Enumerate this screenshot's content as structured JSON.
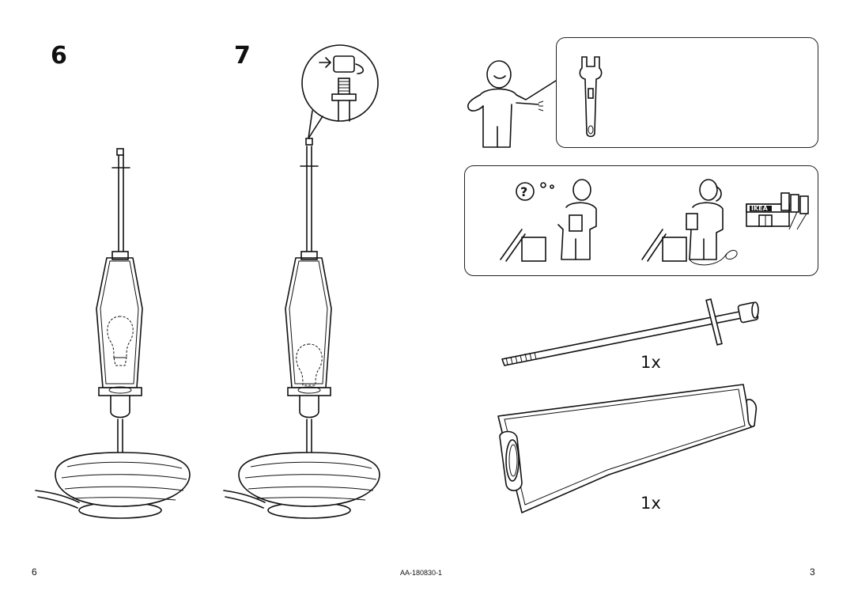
{
  "steps": {
    "step6": "6",
    "step7": "7"
  },
  "icons": {
    "tool_panel": [
      "person-icon",
      "adjustable-wrench-icon"
    ],
    "help_panel": [
      "question-mark-icon",
      "open-box-icon",
      "confused-person-icon",
      "phone-person-icon",
      "ikea-store-icon"
    ],
    "store_sign": "IKEA"
  },
  "parts": {
    "rod_qty": "1x",
    "frame_qty": "1x"
  },
  "footer": {
    "page_left": "6",
    "doc_code": "AA-180830-1",
    "page_right": "3"
  }
}
